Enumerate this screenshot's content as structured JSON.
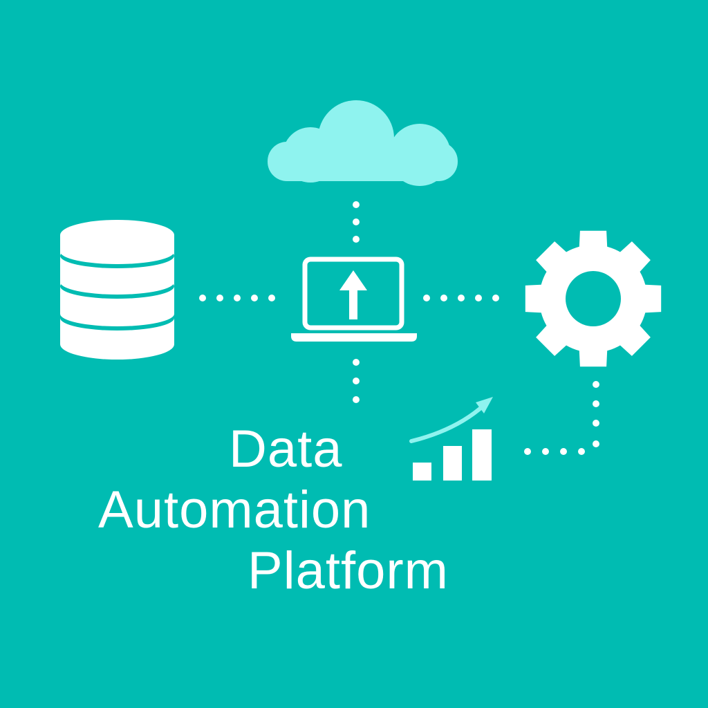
{
  "colors": {
    "background": "#00bcb2",
    "cloud": "#8ff3ef",
    "foreground": "#ffffff",
    "arrow": "#8ff3ef"
  },
  "icons": {
    "cloud": "cloud-icon",
    "database": "database-icon",
    "laptop": "laptop-upload-icon",
    "gear": "gear-icon",
    "chart": "growth-chart-icon"
  },
  "title": {
    "line1": "Data",
    "line2": "Automation",
    "line3": "Platform"
  }
}
